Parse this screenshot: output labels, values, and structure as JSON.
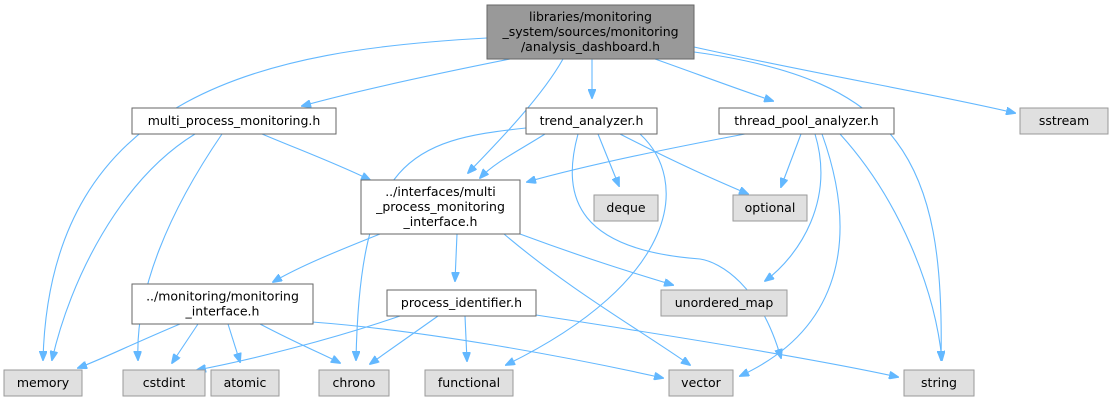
{
  "colors": {
    "root_fill": "#999999",
    "local_fill": "#ffffff",
    "system_fill": "#e0e0e0",
    "edge": "#63b8ff"
  },
  "nodes": {
    "root": [
      "libraries/monitoring",
      "_system/sources/monitoring",
      "/analysis_dashboard.h"
    ],
    "multi_process": [
      "multi_process_monitoring.h"
    ],
    "trend": [
      "trend_analyzer.h"
    ],
    "thread_pool": [
      "thread_pool_analyzer.h"
    ],
    "sstream": [
      "sstream"
    ],
    "mp_interface": [
      "../interfaces/multi",
      "_process_monitoring",
      "_interface.h"
    ],
    "deque": [
      "deque"
    ],
    "optional": [
      "optional"
    ],
    "mon_interface": [
      "../monitoring/monitoring",
      "_interface.h"
    ],
    "process_id": [
      "process_identifier.h"
    ],
    "unordered_map": [
      "unordered_map"
    ],
    "memory": [
      "memory"
    ],
    "cstdint": [
      "cstdint"
    ],
    "atomic": [
      "atomic"
    ],
    "chrono": [
      "chrono"
    ],
    "functional": [
      "functional"
    ],
    "vector": [
      "vector"
    ],
    "string": [
      "string"
    ]
  }
}
